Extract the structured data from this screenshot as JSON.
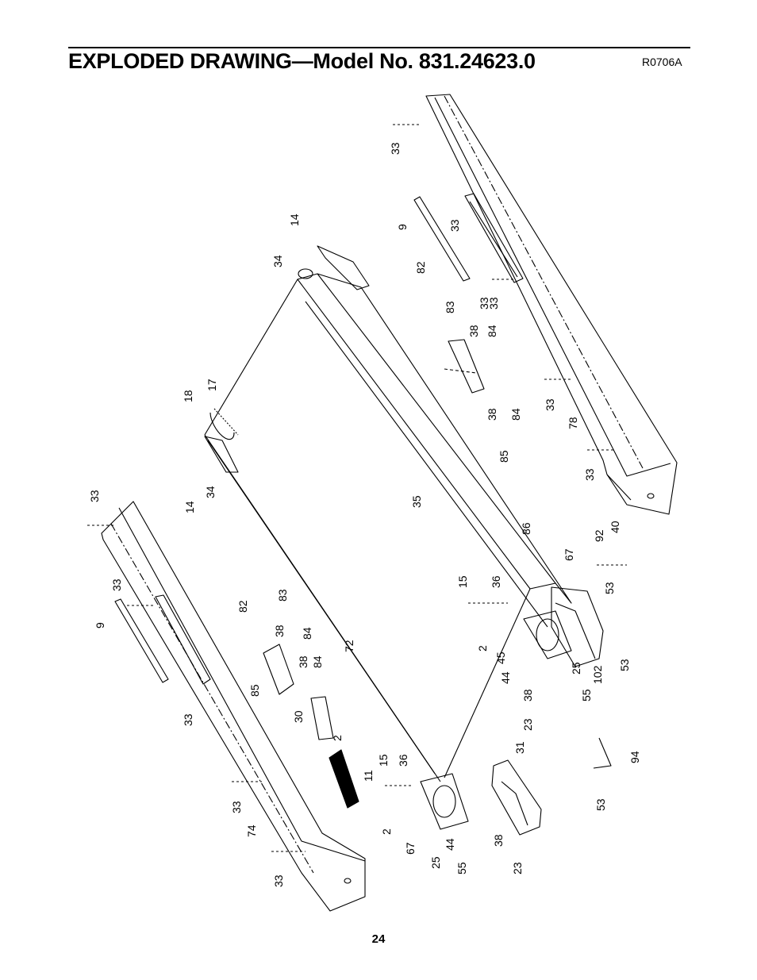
{
  "header": {
    "title": "EXPLODED DRAWING—Model No. 831.24623.0",
    "drawing_code": "R0706A"
  },
  "footer": {
    "page_number": "24"
  },
  "part_labels": [
    "33",
    "33",
    "14",
    "9",
    "33",
    "34",
    "82",
    "33",
    "83",
    "38",
    "84",
    "17",
    "18",
    "38",
    "84",
    "33",
    "78",
    "34",
    "85",
    "14",
    "33",
    "35",
    "33",
    "86",
    "33",
    "92",
    "40",
    "67",
    "9",
    "15",
    "36",
    "82",
    "83",
    "53",
    "38",
    "84",
    "72",
    "2",
    "38",
    "84",
    "45",
    "25",
    "102",
    "53",
    "44",
    "85",
    "33",
    "38",
    "55",
    "30",
    "2",
    "23",
    "31",
    "94",
    "15",
    "36",
    "11",
    "33",
    "53",
    "74",
    "2",
    "67",
    "44",
    "38",
    "25",
    "55",
    "23",
    "33"
  ]
}
